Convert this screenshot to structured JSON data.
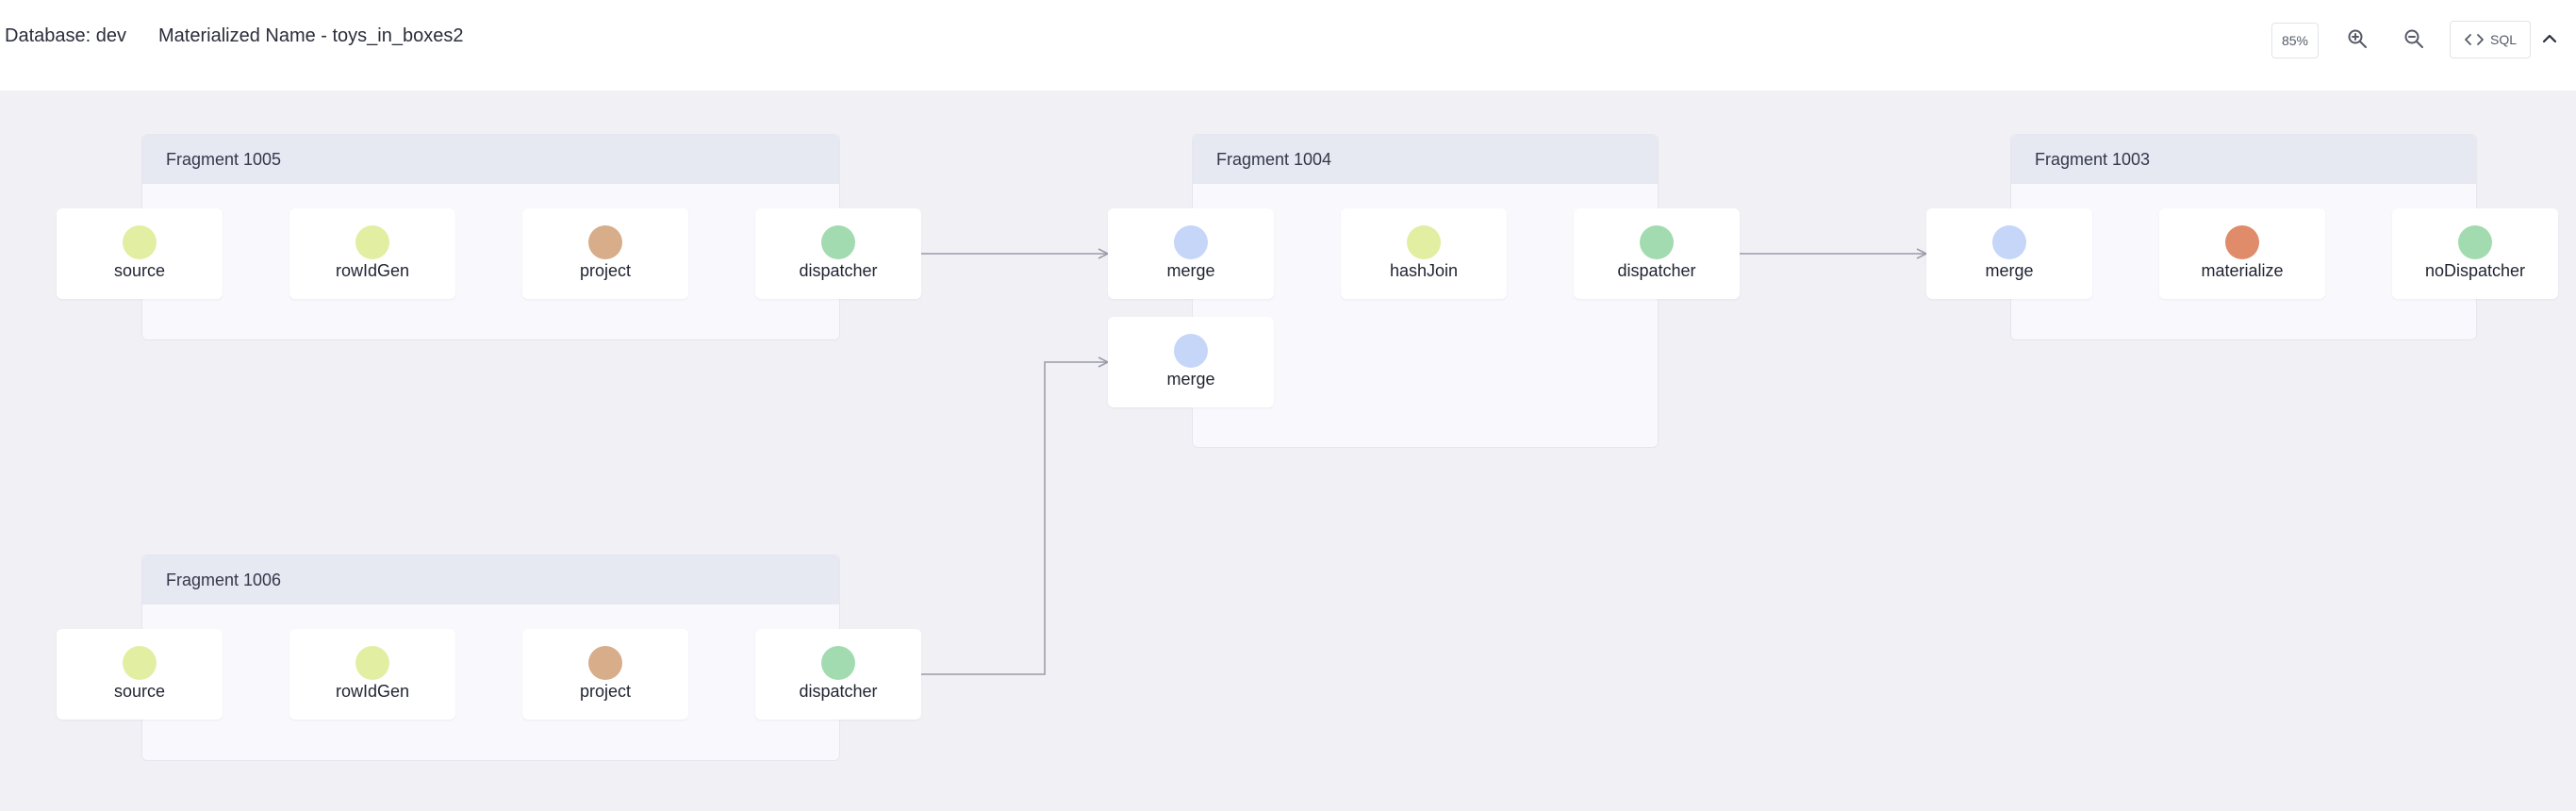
{
  "header": {
    "database_label": "Database: dev",
    "materialized_label": "Materialized Name - toys_in_boxes2",
    "zoom_level": "85%",
    "sql_label": "SQL"
  },
  "colors": {
    "source": "#e2eea1",
    "rowIdGen": "#e2eea1",
    "project": "#d7ad8a",
    "dispatcher": "#a3dbb0",
    "merge": "#c6d6f8",
    "hashJoin": "#e2eea1",
    "materialize": "#e08c6a",
    "noDispatcher": "#a3dbb0"
  },
  "fragments": [
    {
      "title": "Fragment 1005",
      "nodes": [
        {
          "label": "source",
          "type": "source"
        },
        {
          "label": "rowIdGen",
          "type": "rowIdGen"
        },
        {
          "label": "project",
          "type": "project"
        },
        {
          "label": "dispatcher",
          "type": "dispatcher"
        }
      ]
    },
    {
      "title": "Fragment 1004",
      "nodes": [
        {
          "label": "merge",
          "type": "merge"
        },
        {
          "label": "hashJoin",
          "type": "hashJoin"
        },
        {
          "label": "dispatcher",
          "type": "dispatcher"
        },
        {
          "label": "merge",
          "type": "merge"
        }
      ]
    },
    {
      "title": "Fragment 1003",
      "nodes": [
        {
          "label": "merge",
          "type": "merge"
        },
        {
          "label": "materialize",
          "type": "materialize"
        },
        {
          "label": "noDispatcher",
          "type": "noDispatcher"
        }
      ]
    },
    {
      "title": "Fragment 1006",
      "nodes": [
        {
          "label": "source",
          "type": "source"
        },
        {
          "label": "rowIdGen",
          "type": "rowIdGen"
        },
        {
          "label": "project",
          "type": "project"
        },
        {
          "label": "dispatcher",
          "type": "dispatcher"
        }
      ]
    }
  ]
}
